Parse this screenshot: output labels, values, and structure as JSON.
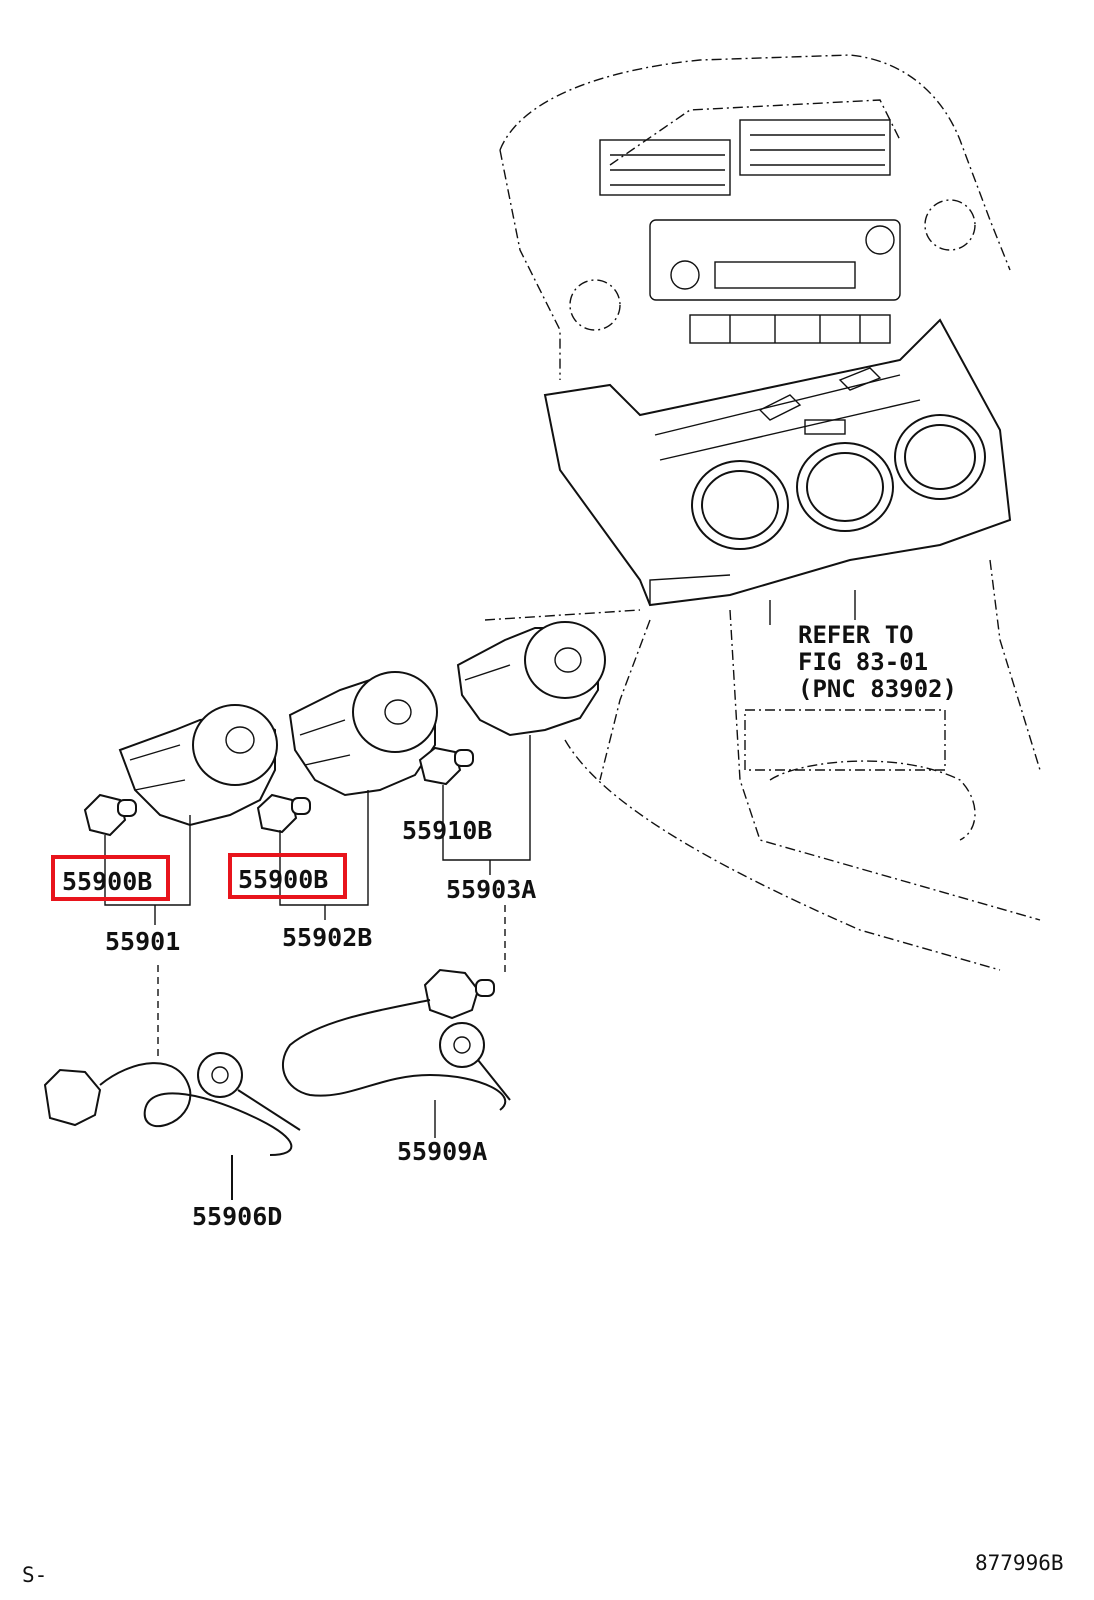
{
  "diagram": {
    "callouts": [
      {
        "id": "c1",
        "text": "55900B",
        "highlighted": true
      },
      {
        "id": "c2",
        "text": "55900B",
        "highlighted": true
      },
      {
        "id": "c3",
        "text": "55901",
        "highlighted": false
      },
      {
        "id": "c4",
        "text": "55902B",
        "highlighted": false
      },
      {
        "id": "c5",
        "text": "55910B",
        "highlighted": false
      },
      {
        "id": "c6",
        "text": "55903A",
        "highlighted": false
      },
      {
        "id": "c7",
        "text": "55909A",
        "highlighted": false
      },
      {
        "id": "c8",
        "text": "55906D",
        "highlighted": false
      }
    ],
    "reference_note": [
      "REFER TO",
      "FIG 83-01",
      "(PNC 83902)"
    ],
    "footer_left": "S-",
    "footer_right": "877996B",
    "highlight_color": "#e8141c"
  }
}
